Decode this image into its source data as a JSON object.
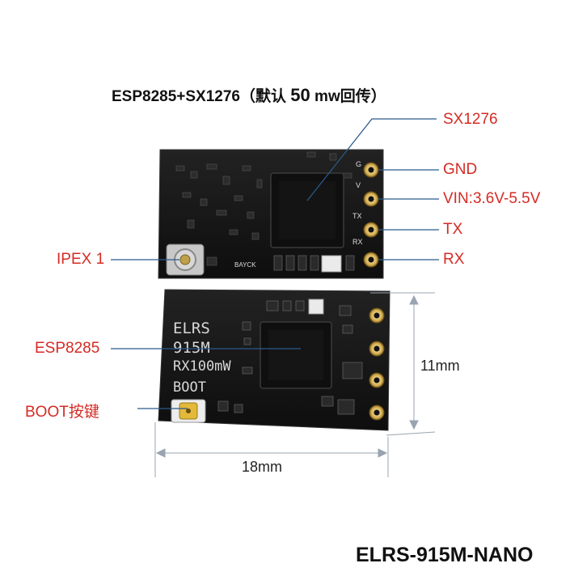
{
  "title": {
    "prefix": "ESP8285+SX1276（默认 ",
    "power": "50",
    "suffix": " mw回传）"
  },
  "labels": {
    "sx1276": "SX1276",
    "gnd": "GND",
    "vin": "VIN:3.6V-5.5V",
    "tx": "TX",
    "rx": "RX",
    "ipex": "IPEX 1",
    "esp8285": "ESP8285",
    "boot_key": "BOOT按键"
  },
  "dimensions": {
    "height": "11mm",
    "width": "18mm"
  },
  "board_top": {
    "pin_labels": [
      "G",
      "V",
      "TX",
      "RX"
    ],
    "brand": "BAYCK"
  },
  "board_bottom": {
    "silk_line1": "ELRS",
    "silk_line2": "915M",
    "silk_line3": "RX100mW",
    "silk_boot": "BOOT"
  },
  "product_name": "ELRS-915M-NANO",
  "colors": {
    "pcb": "#161616",
    "label_red": "#d42b24",
    "line_blue": "#2a5a8a",
    "gold": "#d9b45a"
  }
}
